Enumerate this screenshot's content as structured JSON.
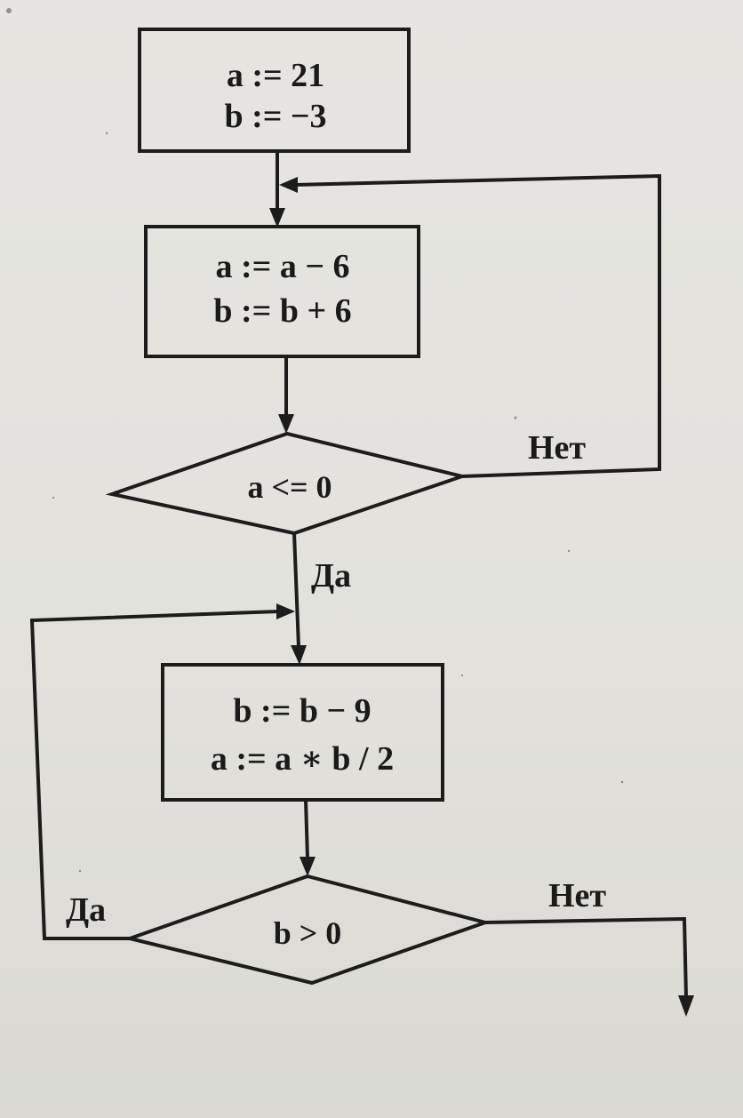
{
  "blocks": {
    "init": {
      "line1": "a := 21",
      "line2": "b := −3"
    },
    "loop1_body": {
      "line1": "a := a − 6",
      "line2": "b := b + 6"
    },
    "loop1_condition": {
      "text": "a <= 0",
      "yes_label": "Да",
      "no_label": "Нет"
    },
    "loop2_body": {
      "line1": "b := b − 9",
      "line2": "a := a ∗ b / 2"
    },
    "loop2_condition": {
      "text": "b > 0",
      "yes_label": "Да",
      "no_label": "Нет"
    }
  },
  "colors": {
    "ink": "#1c1c1c",
    "paper": "#e4e3df"
  }
}
